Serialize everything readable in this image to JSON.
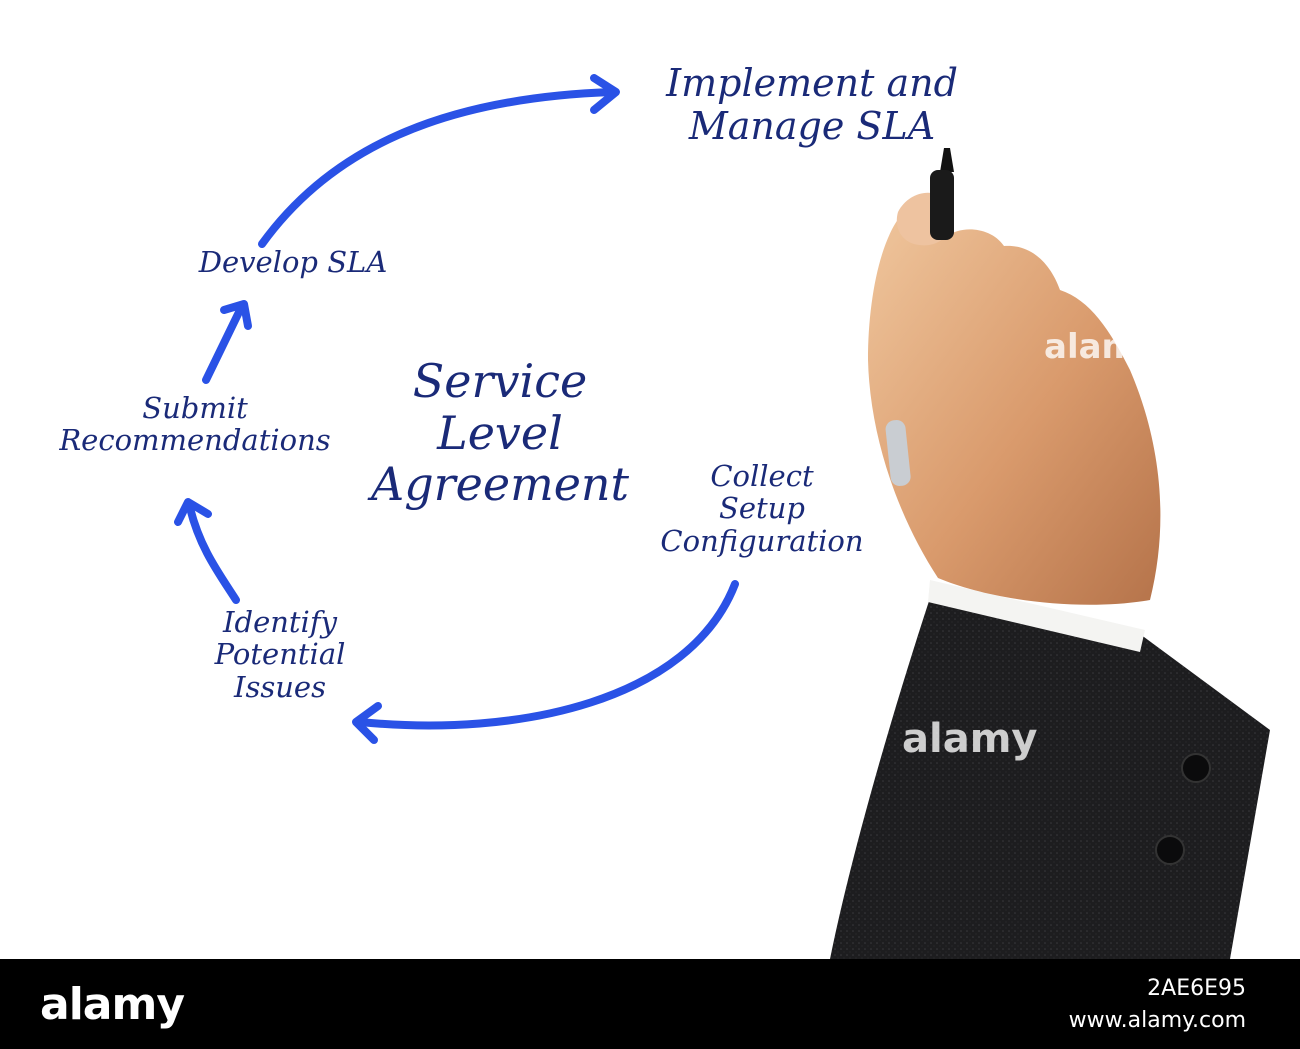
{
  "diagram": {
    "title_lines": [
      "Service",
      "Level",
      "Agreement"
    ],
    "steps": [
      {
        "id": "implement",
        "lines": [
          "Implement and",
          "Manage SLA"
        ]
      },
      {
        "id": "develop",
        "lines": [
          "Develop SLA"
        ]
      },
      {
        "id": "submit",
        "lines": [
          "Submit",
          "Recommendations"
        ]
      },
      {
        "id": "collect",
        "lines": [
          "Collect",
          "Setup",
          "Configuration"
        ]
      },
      {
        "id": "identify",
        "lines": [
          "Identify",
          "Potential",
          "Issues"
        ]
      }
    ],
    "colors": {
      "arrow": "#2a52e6",
      "text": "#1a2a78",
      "footer": "#000000"
    }
  },
  "footer": {
    "logo": "alamy",
    "image_id": "2AE6E95",
    "url": "www.alamy.com"
  },
  "watermark": "alamy"
}
